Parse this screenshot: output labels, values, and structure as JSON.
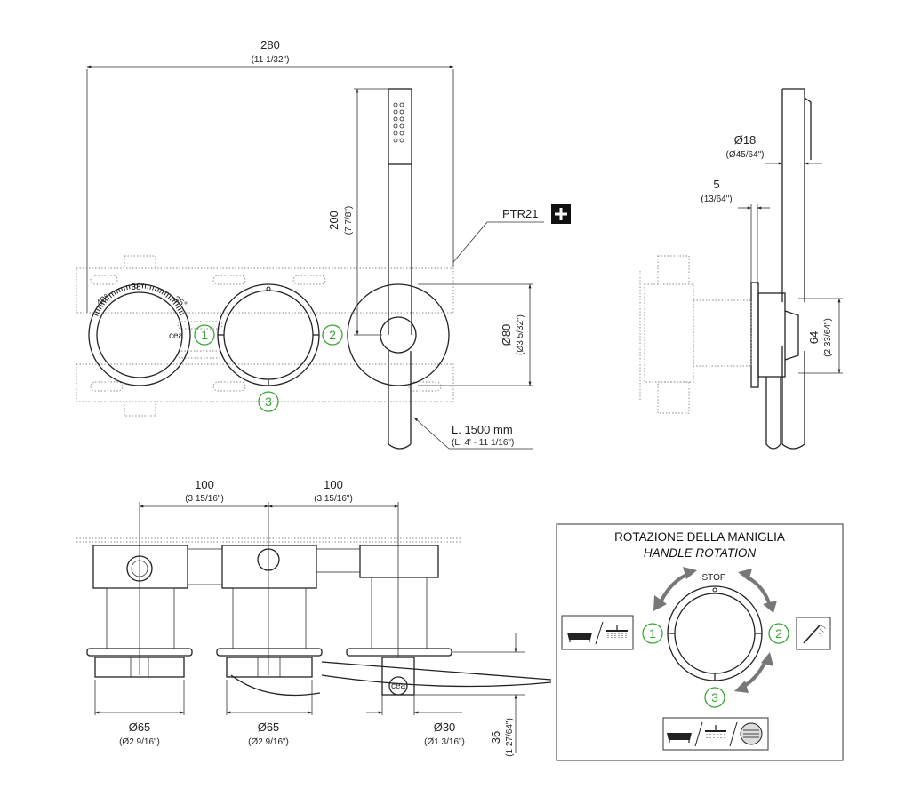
{
  "dimensions": {
    "overall_width": {
      "value": "280",
      "inch": "(11 1/32\")"
    },
    "handshower_height": {
      "value": "200",
      "inch": "(7 7/8\")"
    },
    "rosette_diameter": {
      "value": "Ø80",
      "inch": "(Ø3 5/32\")"
    },
    "hose_length": {
      "value": "L. 1500 mm",
      "inch": "(L. 4' - 11 1/16\")"
    },
    "handshower_diameter": {
      "value": "Ø18",
      "inch": "(Ø45/64\")"
    },
    "plate_thickness": {
      "value": "5",
      "inch": "(13/64\")"
    },
    "side_height": {
      "value": "64",
      "inch": "(2 33/64\")"
    },
    "spacing_left": {
      "value": "100",
      "inch": "(3 15/16\")"
    },
    "spacing_right": {
      "value": "100",
      "inch": "(3 15/16\")"
    },
    "knob_left": {
      "value": "Ø65",
      "inch": "(Ø2 9/16\")"
    },
    "knob_mid": {
      "value": "Ø65",
      "inch": "(Ø2 9/16\")"
    },
    "outlet": {
      "value": "Ø30",
      "inch": "(Ø1 3/16\")"
    },
    "projection": {
      "value": "36",
      "inch": "(1 27/64\")"
    }
  },
  "product_code": "PTR21",
  "brand_mark": "cea",
  "positions": [
    "1",
    "2",
    "3"
  ],
  "panel": {
    "title": "ROTAZIONE DELLA MANIGLIA",
    "subtitle": "HANDLE ROTATION",
    "stop_label": "STOP",
    "positions": [
      "1",
      "2",
      "3"
    ]
  },
  "dial_marks": [
    "40°",
    "38°",
    "35°"
  ],
  "colors": {
    "accent_green": "#3aa535",
    "line": "#222222",
    "plus_badge": "#111111"
  },
  "icons": [
    "plus-icon",
    "bathtub-icon",
    "shower-head-icon",
    "hand-shower-icon",
    "aerator-icon",
    "rotate-arrow-icon"
  ]
}
